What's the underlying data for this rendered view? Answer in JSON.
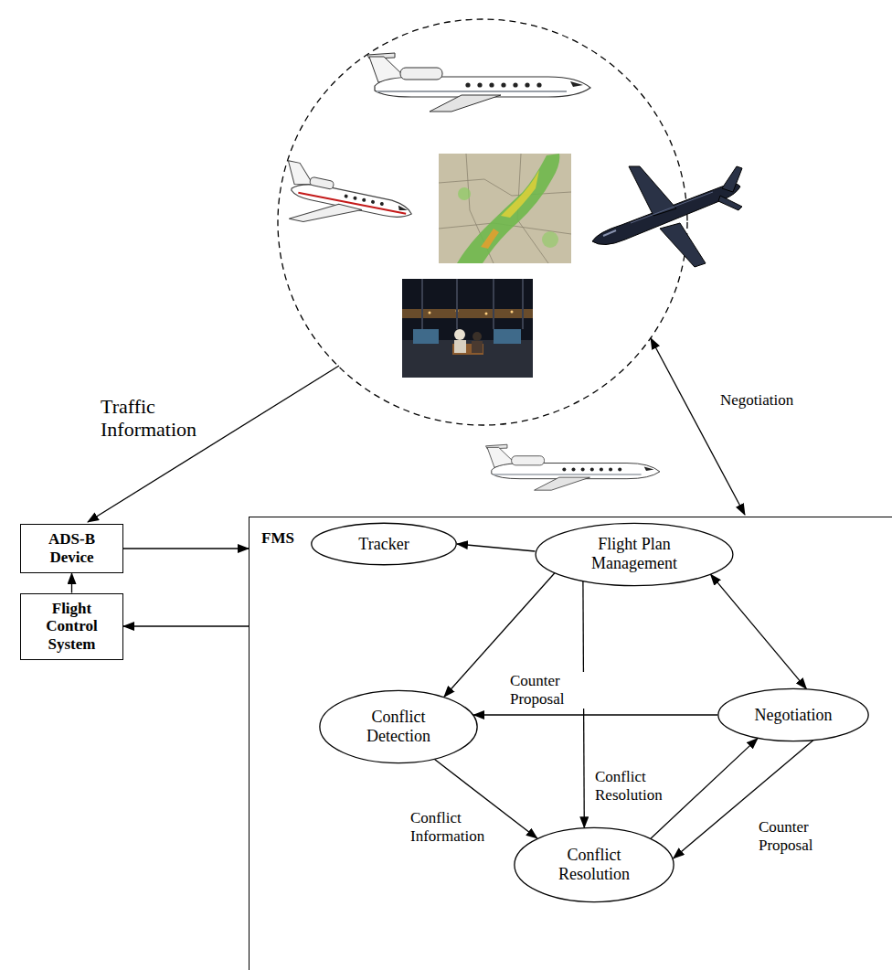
{
  "diagram": {
    "nodes": [
      {
        "text": [
          "ADS-B Device"
        ]
      },
      {
        "text": [
          "FMS"
        ]
      },
      {
        "text": [
          "Tracker"
        ],
        "in": 1
      },
      {
        "text": [
          "Flight Plan Management"
        ],
        "in": 1
      },
      {
        "text": [
          "Conflict Detection"
        ],
        "in": 1
      },
      {
        "text": [
          "Negotiation"
        ],
        "in": 1
      },
      {
        "text": [
          "Conflict Resolution"
        ],
        "in": 1
      },
      {
        "text": [
          "Flight Control System"
        ]
      }
    ],
    "edges": [
      {
        "from": 0,
        "to": 1,
        "arrow": "to"
      },
      {
        "from": 7,
        "to": 0,
        "arrow": "to"
      },
      {
        "from": 1,
        "to": 7,
        "arrow": "to"
      },
      {
        "from": 3,
        "to": 2,
        "arrow": "to"
      },
      {
        "from": 3,
        "to": 4,
        "arrow": "to"
      },
      {
        "from": 3,
        "to": 5,
        "arrow": "both"
      },
      {
        "from": 3,
        "to": 6,
        "arrow": "to"
      },
      {
        "from": 5,
        "to": 4,
        "label": "Counter Proposal",
        "arrow": "to"
      },
      {
        "from": 4,
        "to": 6,
        "label": "Conflict Information",
        "arrow": "to"
      },
      {
        "from": 6,
        "to": 5,
        "label": "Conflict Resolution",
        "arrow": "to"
      },
      {
        "from": 5,
        "to": 6,
        "label": "Counter Proposal",
        "arrow": "to"
      }
    ],
    "labels": [
      "Traffic Information",
      "Negotiation"
    ]
  }
}
